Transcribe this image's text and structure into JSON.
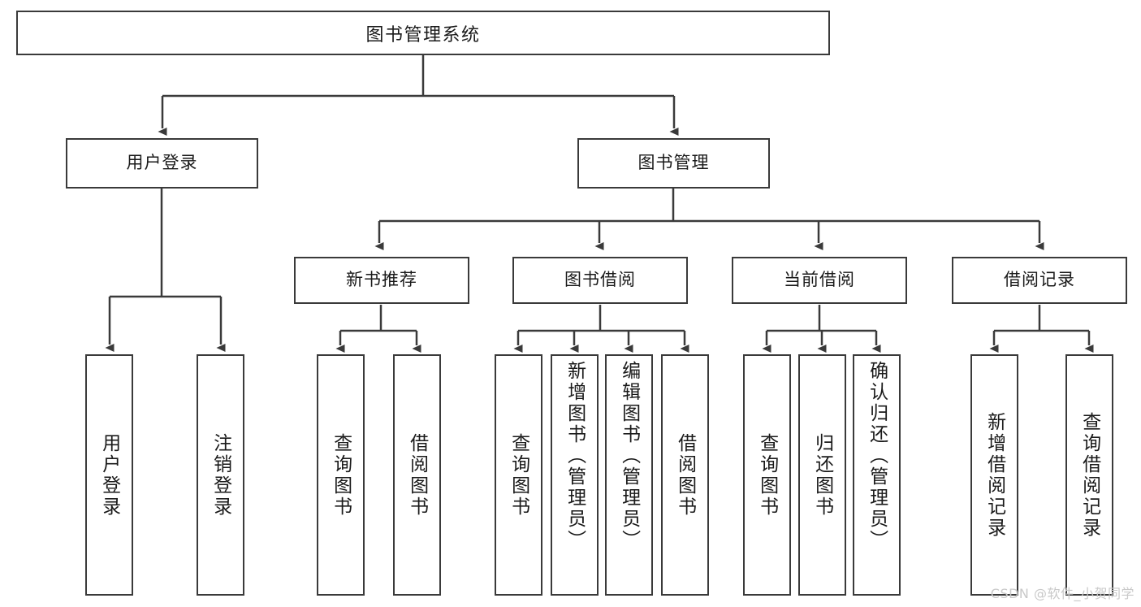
{
  "diagram": {
    "title_node": "图书管理系统",
    "level1": [
      {
        "label": "用户登录"
      },
      {
        "label": "图书管理"
      }
    ],
    "level2": [
      {
        "label": "新书推荐"
      },
      {
        "label": "图书借阅"
      },
      {
        "label": "当前借阅"
      },
      {
        "label": "借阅记录"
      }
    ],
    "leaves": {
      "user_login": [
        {
          "label": "用户登录"
        },
        {
          "label": "注销登录"
        }
      ],
      "new_book": [
        {
          "label": "查询图书"
        },
        {
          "label": "借阅图书"
        }
      ],
      "borrow_book": [
        {
          "label": "查询图书"
        },
        {
          "label": "新增图书（管理员）"
        },
        {
          "label": "编辑图书（管理员）"
        },
        {
          "label": "借阅图书"
        }
      ],
      "current_borrow": [
        {
          "label": "查询图书"
        },
        {
          "label": "归还图书"
        },
        {
          "label": "确认归还（管理员）"
        }
      ],
      "borrow_record": [
        {
          "label": "新增借阅记录"
        },
        {
          "label": "查询借阅记录"
        }
      ]
    }
  },
  "watermark": "CSDN @软件_小贺同学",
  "colors": {
    "stroke": "#3a3a3a",
    "fill": "#ffffff",
    "text": "#1a1a1a",
    "watermark": "#c9c9c9"
  }
}
